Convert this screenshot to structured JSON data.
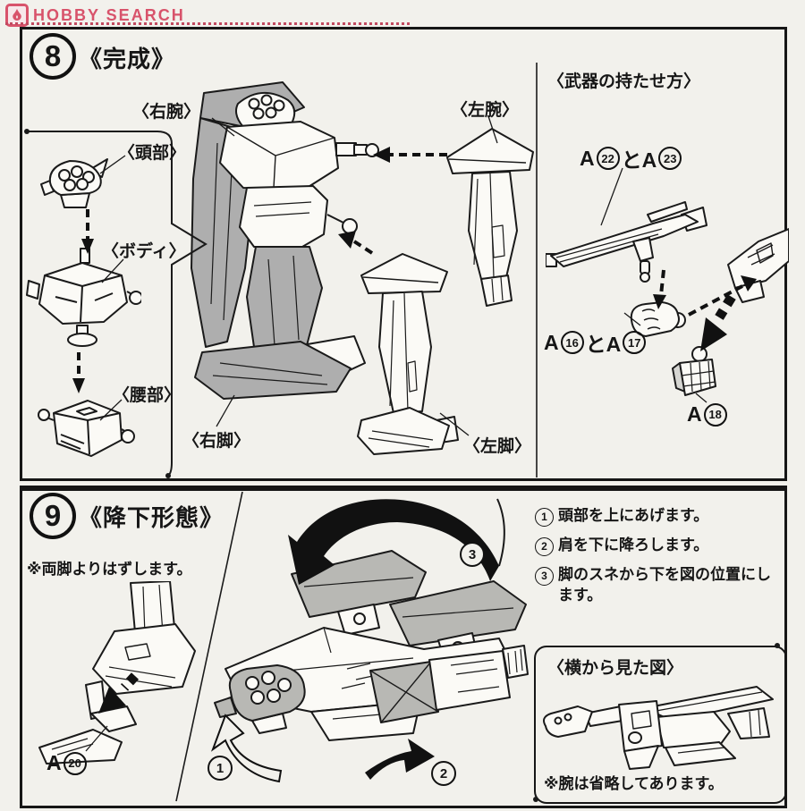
{
  "logo": {
    "text": "HOBBY SEARCH",
    "icon": "flame-icon",
    "color": "#d8536b"
  },
  "panel8": {
    "step_number": "8",
    "step_title": "《完成》",
    "labels": {
      "head": "〈頭部〉",
      "body": "〈ボディ〉",
      "waist": "〈腰部〉",
      "right_arm": "〈右腕〉",
      "left_arm": "〈左腕〉",
      "right_leg": "〈右脚〉",
      "left_leg": "〈左脚〉"
    },
    "weapon": {
      "title": "〈武器の持たせ方〉",
      "rifle_parts": "A|22|とA|23|",
      "hand_parts": "A|16|とA|17|",
      "fist_part": "A|18|"
    }
  },
  "panel9": {
    "step_number": "9",
    "step_title": "《降下形態》",
    "note": "※両脚よりはずします。",
    "gear_part": "A|20|",
    "steps": [
      {
        "num": "1",
        "text": "頭部を上にあげます。"
      },
      {
        "num": "2",
        "text": "肩を下に降ろします。"
      },
      {
        "num": "3",
        "text": "脚のスネから下を図の位置にします。"
      }
    ],
    "callouts": [
      "1",
      "2",
      "3"
    ],
    "side_view": {
      "title": "〈横から見た図〉",
      "note": "※腕は省略してあります。"
    }
  }
}
